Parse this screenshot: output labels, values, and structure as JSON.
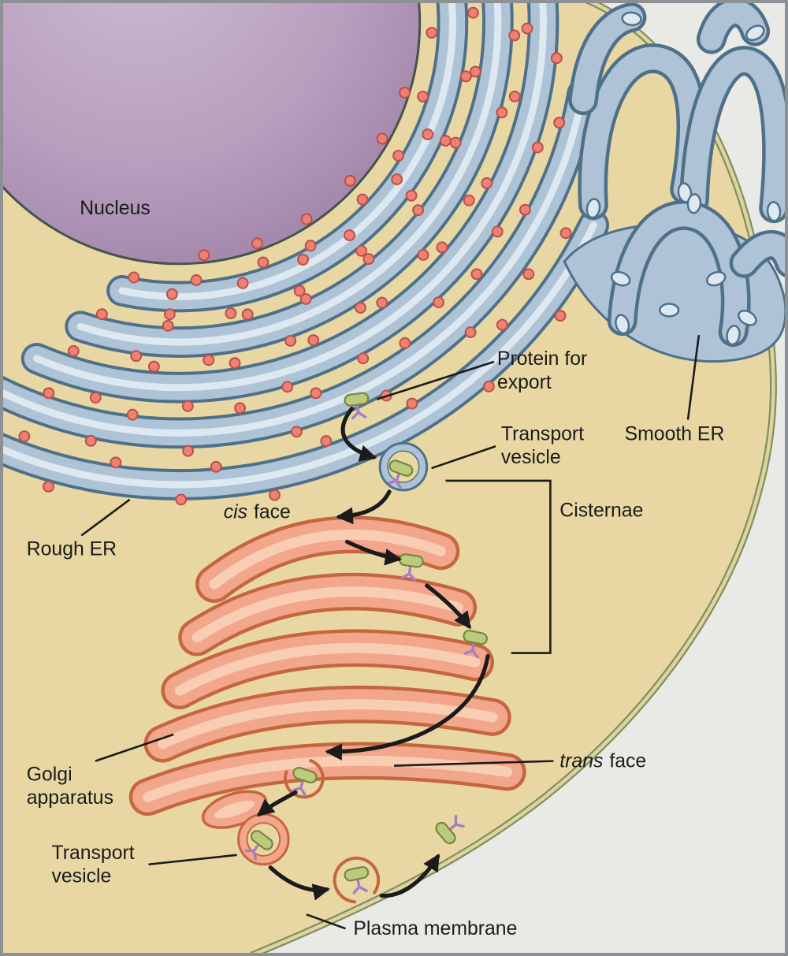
{
  "figure": {
    "labels": {
      "nucleus": "Nucleus",
      "protein_for_export": {
        "line1": "Protein for",
        "line2": "export"
      },
      "transport_vesicle_top": {
        "line1": "Transport",
        "line2": "vesicle"
      },
      "smooth_er": "Smooth ER",
      "rough_er": "Rough ER",
      "cis_face": {
        "italic": "cis",
        "rest": "face"
      },
      "cisternae": "Cisternae",
      "golgi_apparatus": {
        "line1": "Golgi",
        "line2": "apparatus"
      },
      "trans_face": {
        "italic": "trans",
        "rest": "face"
      },
      "transport_vesicle_bottom": {
        "line1": "Transport",
        "line2": "vesicle"
      },
      "plasma_membrane": "Plasma membrane"
    },
    "colors": {
      "cell_interior": "#e8d7a2",
      "outside_cell": "#e9e9e6",
      "frame": "#8d9196",
      "nucleus_inner": "#cdbbd1",
      "nucleus_mid": "#b79fbe",
      "nucleus_outer": "#997ba3",
      "nucleus_stroke": "#44544c",
      "er_fill": "#aec3d6",
      "er_lumen": "#dde8f1",
      "er_outline": "#4e7089",
      "ribosome_fill": "#ee8173",
      "ribosome_stroke": "#bb4f49",
      "golgi_fill": "#f2a78c",
      "golgi_lumen": "#f8cdb2",
      "golgi_outline": "#c56640",
      "membrane_line": "#7e8f62",
      "membrane_core": "#e0d49e",
      "protein_fill": "#bcca7e",
      "protein_stroke": "#75863e",
      "glycan": "#a87fc0",
      "ink": "#1b1b1b"
    }
  }
}
